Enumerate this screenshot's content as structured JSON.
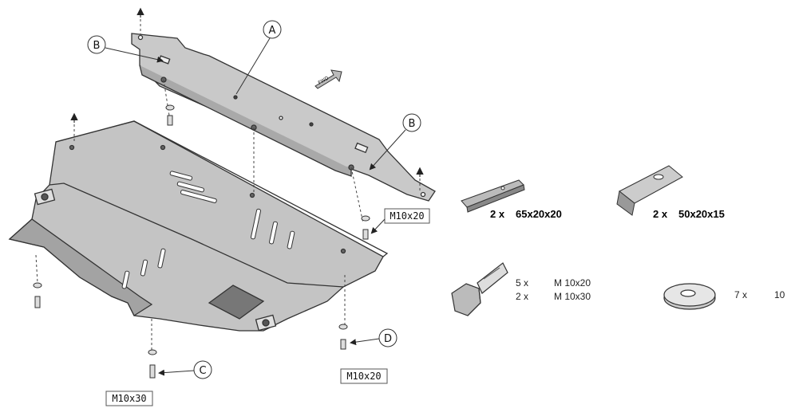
{
  "callouts": {
    "a": "A",
    "b1": "B",
    "b2": "B",
    "c": "C",
    "d": "D"
  },
  "bolt_labels": {
    "right_upper": "M10x20",
    "bottom_left": "M10x30",
    "bottom_right": "M10x20"
  },
  "parts": {
    "plate1": {
      "qty": "2 x",
      "size": "65x20x20"
    },
    "plate2": {
      "qty": "2 x",
      "size": "50x20x15"
    },
    "bolts": [
      {
        "qty": "5 x",
        "size": "M 10x20"
      },
      {
        "qty": "2 x",
        "size": "M 10x30"
      }
    ],
    "washer": {
      "qty": "7 x",
      "size": "10"
    }
  },
  "direction_arrow_text": "FWD"
}
